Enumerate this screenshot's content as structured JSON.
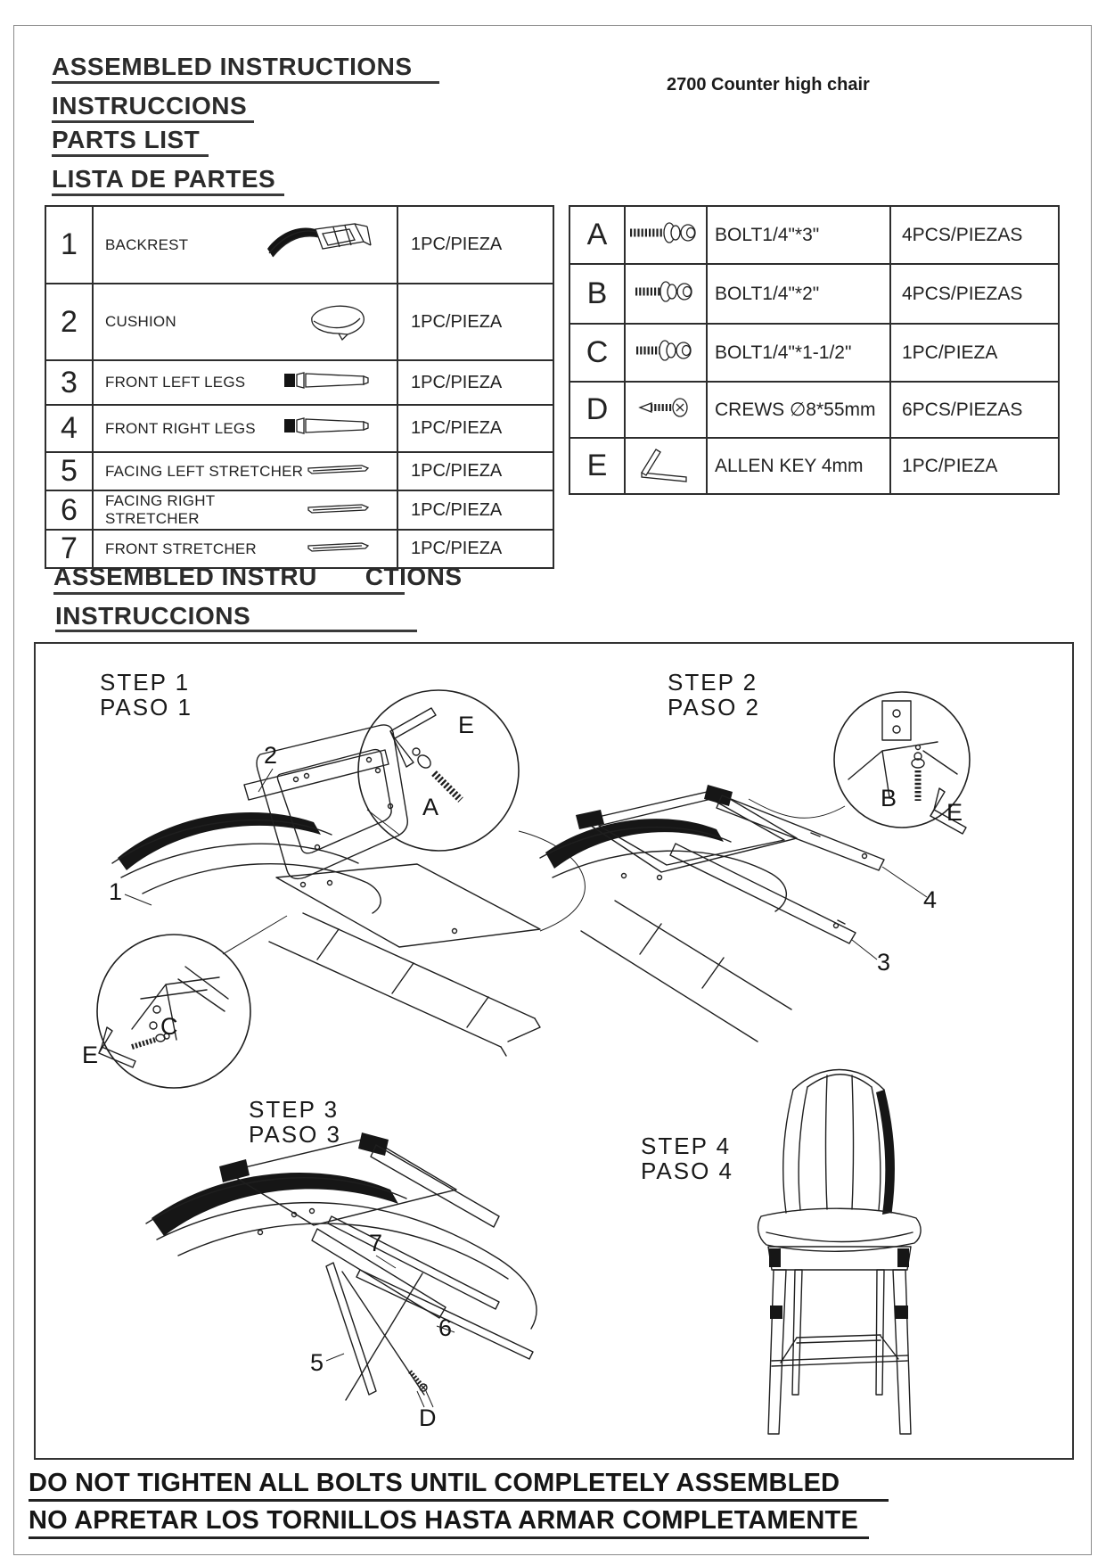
{
  "header": {
    "headings": [
      "ASSEMBLED INSTRUCTIONS",
      "INSTRUCCIONS",
      "PARTS LIST",
      "LISTA DE PARTES"
    ],
    "product_title": "2700 Counter high chair"
  },
  "parts_table": {
    "rows": [
      {
        "num": "1",
        "name": "BACKREST",
        "qty": "1PC/PIEZA",
        "icon": "backrest-icon"
      },
      {
        "num": "2",
        "name": "CUSHION",
        "qty": "1PC/PIEZA",
        "icon": "cushion-icon"
      },
      {
        "num": "3",
        "name": "FRONT LEFT LEGS",
        "qty": "1PC/PIEZA",
        "icon": "front-left-leg-icon"
      },
      {
        "num": "4",
        "name": "FRONT RIGHT LEGS",
        "qty": "1PC/PIEZA",
        "icon": "front-right-leg-icon"
      },
      {
        "num": "5",
        "name": "FACING LEFT STRETCHER",
        "qty": "1PC/PIEZA",
        "icon": "stretcher-icon"
      },
      {
        "num": "6",
        "name": "FACING RIGHT STRETCHER",
        "qty": "1PC/PIEZA",
        "icon": "stretcher-icon"
      },
      {
        "num": "7",
        "name": "FRONT STRETCHER",
        "qty": "1PC/PIEZA",
        "icon": "stretcher-icon"
      }
    ]
  },
  "hardware_table": {
    "rows": [
      {
        "id": "A",
        "desc": "BOLT1/4\"*3\"",
        "qty": "4PCS/PIEZAS",
        "icon": "bolt-icon"
      },
      {
        "id": "B",
        "desc": "BOLT1/4\"*2\"",
        "qty": "4PCS/PIEZAS",
        "icon": "bolt-icon"
      },
      {
        "id": "C",
        "desc": "BOLT1/4\"*1-1/2\"",
        "qty": "1PC/PIEZA",
        "icon": "bolt-icon"
      },
      {
        "id": "D",
        "desc": "CREWS ∅8*55mm",
        "qty": "6PCS/PIEZAS",
        "icon": "screw-icon"
      },
      {
        "id": "E",
        "desc": "ALLEN KEY 4mm",
        "qty": "1PC/PIEZA",
        "icon": "allen-key-icon"
      }
    ]
  },
  "assembly_heading": {
    "line1_left": "ASSEMBLED INSTRU",
    "line1_right": "CTIONS",
    "line2": "INSTRUCCIONS"
  },
  "steps": [
    {
      "step": "STEP  1",
      "paso": "PASO 1",
      "callouts": {
        "part2": "2",
        "part1": "1",
        "key_e": "E",
        "bolt_a": "A",
        "bolt_c": "C",
        "key_e2": "E"
      }
    },
    {
      "step": "STEP  2",
      "paso": "PASO 2",
      "callouts": {
        "bolt_b": "B",
        "key_e": "E",
        "part4": "4",
        "part3": "3"
      }
    },
    {
      "step": "STEP  3",
      "paso": "PASO 3",
      "callouts": {
        "part7": "7",
        "part6": "6",
        "part5": "5",
        "screw_d": "D"
      }
    },
    {
      "step": "STEP  4",
      "paso": "PASO 4"
    }
  ],
  "footer": {
    "line1": "DO NOT TIGHTEN ALL BOLTS UNTIL COMPLETELY ASSEMBLED",
    "line2": "NO APRETAR LOS TORNILLOS HASTA ARMAR COMPLETAMENTE"
  }
}
